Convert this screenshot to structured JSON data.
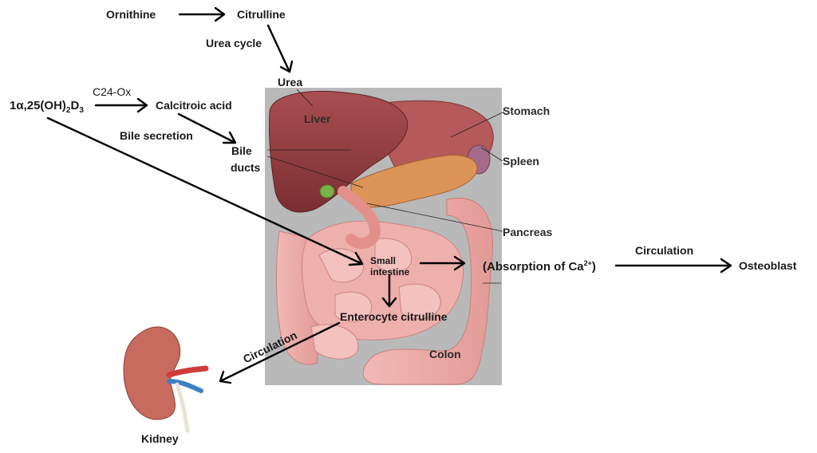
{
  "labels": {
    "ornithine": "Ornithine",
    "citrulline": "Citrulline",
    "urea_cycle": "Urea cycle",
    "urea": "Urea",
    "vitd_prefix": "1α,25(OH)",
    "vitd_sub1": "2",
    "vitd_d": "D",
    "vitd_sub2": "3",
    "c24ox": "C24-Ox",
    "calcitroic_acid": "Calcitroic acid",
    "bile_secretion": "Bile secretion",
    "bile": "Bile",
    "ducts": "ducts",
    "liver": "Liver",
    "stomach": "Stomach",
    "spleen": "Spleen",
    "pancreas": "Pancreas",
    "small": "Small",
    "intestine": "intestine",
    "absorption_prefix": "(Absorption of Ca",
    "absorption_sup": "2+",
    "absorption_suffix": ")",
    "circulation_top": "Circulation",
    "osteoblast": "Osteoblast",
    "enterocyte_citrulline": "Enterocyte citrulline",
    "colon": "Colon",
    "circulation_bottom": "Circulation",
    "kidney": "Kidney"
  },
  "colors": {
    "arrow": "#000000",
    "panel_bg": "#b9b9b9",
    "liver": "#8e3b3e",
    "intestine": "#e9a7a5",
    "pancreas": "#d98a53",
    "kidney": "#c76b5e"
  }
}
